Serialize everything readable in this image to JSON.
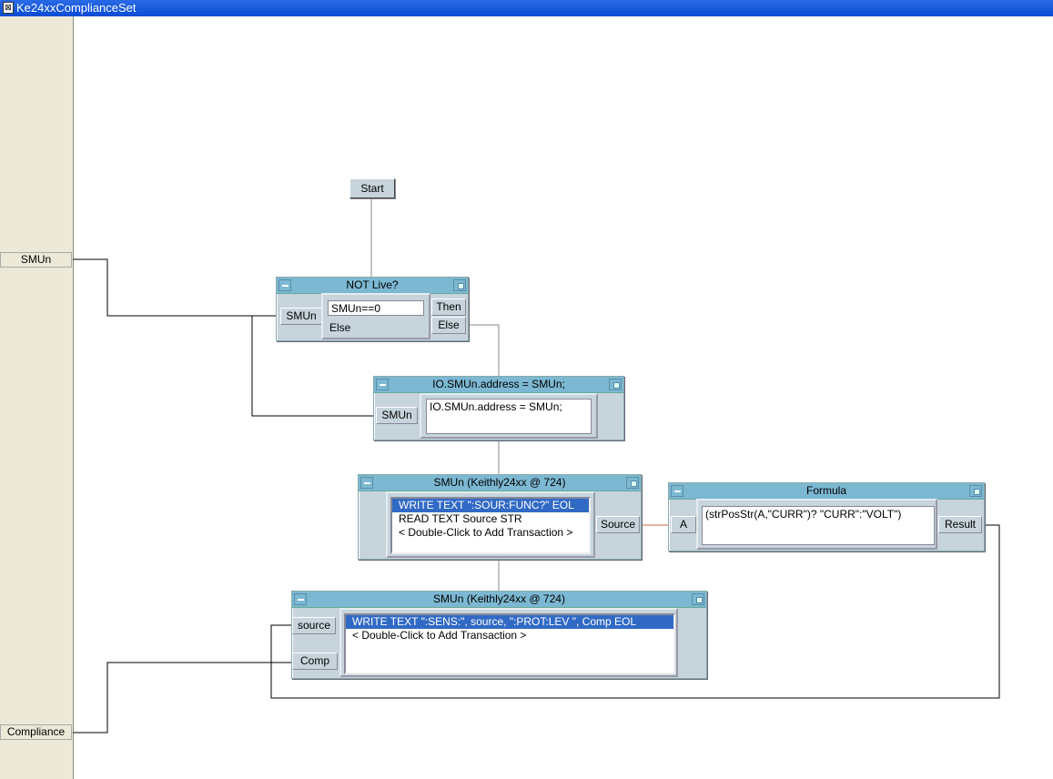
{
  "window": {
    "title": "Ke24xxComplianceSet",
    "icon": "vee-icon"
  },
  "terminals": {
    "smun": "SMUn",
    "compliance": "Compliance"
  },
  "start": {
    "label": "Start"
  },
  "if_box": {
    "title": "NOT Live?",
    "input": "SMUn",
    "condition": "SMUn==0",
    "else_text": "Else",
    "out_then": "Then",
    "out_else": "Else"
  },
  "io_box": {
    "title": "IO.SMUn.address = SMUn;",
    "input": "SMUn",
    "expression": "IO.SMUn.address = SMUn;"
  },
  "smu_read": {
    "title": "SMUn (Keithly24xx @ 724)",
    "transactions": [
      "WRITE TEXT \":SOUR:FUNC?\" EOL",
      "READ TEXT Source STR",
      "< Double-Click to Add Transaction >"
    ],
    "output": "Source"
  },
  "formula": {
    "title": "Formula",
    "input": "A",
    "expression": "(strPosStr(A,\"CURR\")? \"CURR\":\"VOLT\")",
    "output": "Result"
  },
  "smu_write": {
    "title": "SMUn (Keithly24xx @ 724)",
    "inputs": [
      "source",
      "Comp"
    ],
    "transactions": [
      "WRITE TEXT \":SENS:\", source, \":PROT:LEV  \", Comp EOL",
      "< Double-Click to Add Transaction >"
    ]
  },
  "colors": {
    "titlebar": "#0a4cd4",
    "object_title": "#7cb8d2",
    "object_body": "#c7d4dc",
    "selection": "#316ac5",
    "wire_orange": "#d2693c"
  }
}
